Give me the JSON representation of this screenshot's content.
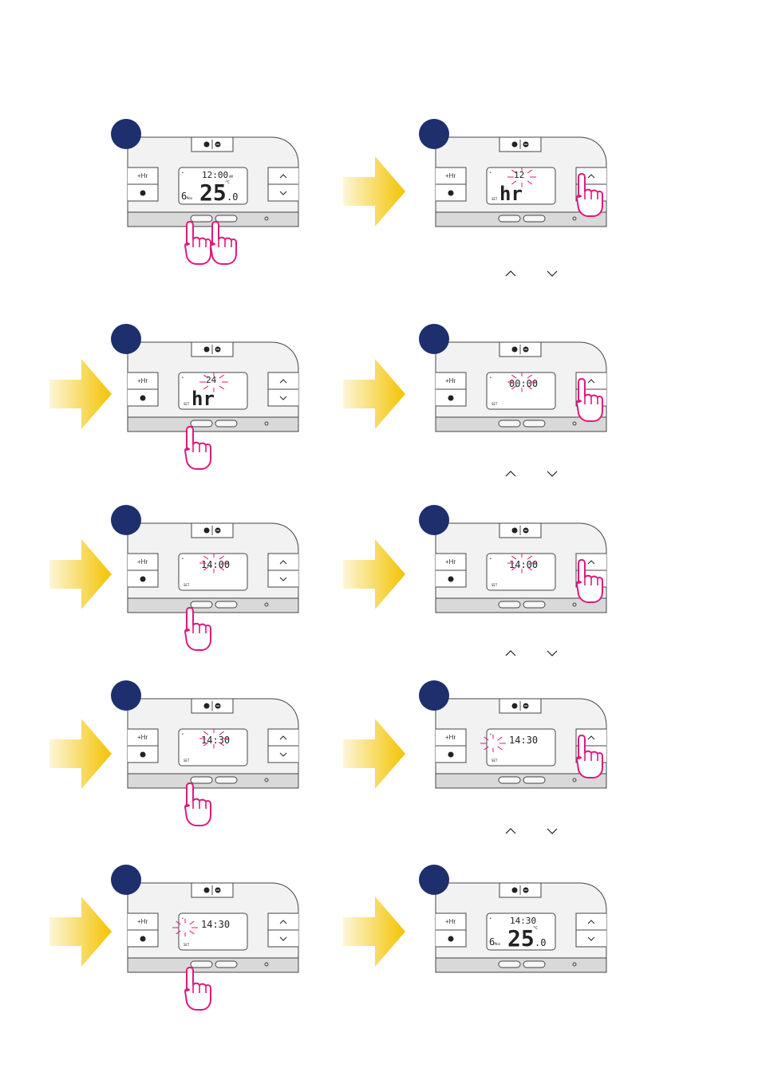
{
  "buttons": {
    "plus_hr": "+Hr",
    "up_glyph": "˄",
    "down_glyph": "˅",
    "power_icon": "power-icon",
    "drop_icon": "drop-icon"
  },
  "colors": {
    "badge": "#1e2f6e",
    "hand": "#e2187b",
    "flash": "#e2187b",
    "arrow_start": "#fdf6d8",
    "arrow_end": "#f3c300",
    "device_body": "#f2f2f2",
    "device_bar": "#d9d9d9",
    "outline": "#444444"
  },
  "hint_row": {
    "up": "˄",
    "down": "˅"
  },
  "steps": [
    {
      "lcd_top": "12:00",
      "lcd_top_suffix": "AM",
      "lcd_unit": "°C",
      "lcd_main": "25",
      "lcd_decimal": ".0",
      "lcd_day": "6",
      "lcd_day_suffix": "Mon",
      "lcd_set": "",
      "flash": false,
      "press": "both"
    },
    {
      "lcd_top": "12",
      "lcd_main": "hr",
      "lcd_set": "SET",
      "flash": true,
      "press": "up"
    },
    {
      "lcd_top": "24",
      "lcd_main": "hr",
      "lcd_set": "SET",
      "flash": true,
      "press": "left"
    },
    {
      "lcd_top": "00:00",
      "lcd_main": "",
      "lcd_set": "SET",
      "flash": true,
      "press": "up"
    },
    {
      "lcd_top": "14:00",
      "lcd_main": "",
      "lcd_set": "SET",
      "flash": true,
      "press": "left"
    },
    {
      "lcd_top": "14:00",
      "lcd_main": "",
      "lcd_set": "SET",
      "flash": true,
      "press": "up"
    },
    {
      "lcd_top": "14:30",
      "lcd_main": "",
      "lcd_set": "SET",
      "flash": true,
      "press": "left"
    },
    {
      "lcd_top": "14:30",
      "lcd_main": "",
      "lcd_set": "SET",
      "flash": "left",
      "press": "up"
    },
    {
      "lcd_top": "14:30",
      "lcd_main": "",
      "lcd_set": "SET",
      "flash": "left",
      "press": "left"
    },
    {
      "lcd_top": "14:30",
      "lcd_unit": "°C",
      "lcd_main": "25",
      "lcd_decimal": ".0",
      "lcd_day": "6",
      "lcd_day_suffix": "Mon",
      "lcd_set": "",
      "flash": false,
      "press": "none"
    }
  ]
}
